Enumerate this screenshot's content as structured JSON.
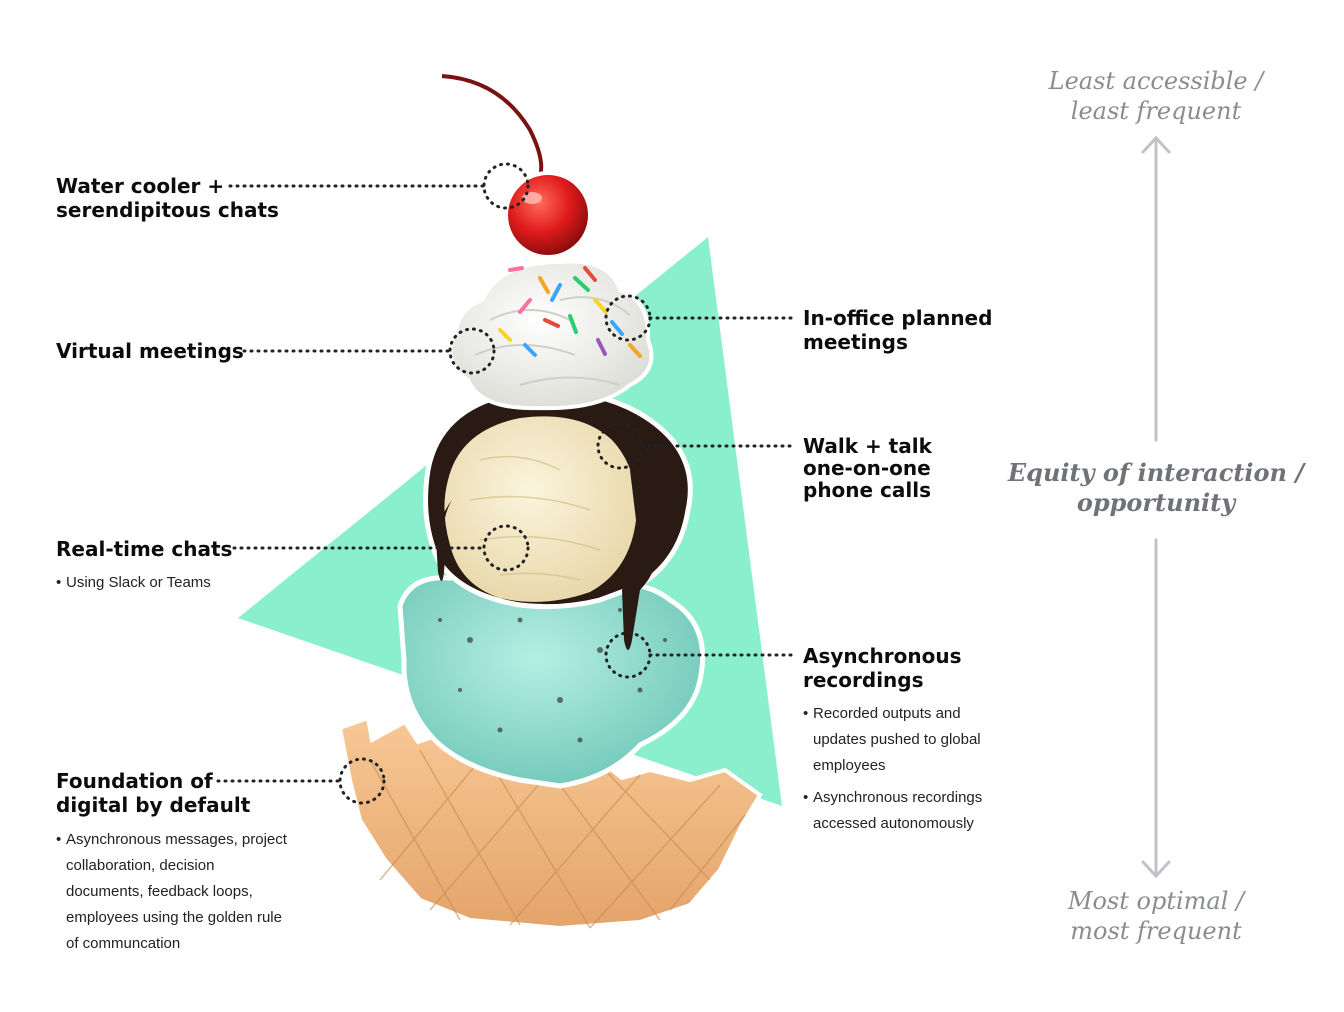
{
  "diagram": {
    "labels": [
      {
        "id": "water-cooler",
        "lines": [
          "Water cooler +",
          "serendipitous chats"
        ],
        "bullets": []
      },
      {
        "id": "virtual-meetings",
        "lines": [
          "Virtual meetings"
        ],
        "bullets": []
      },
      {
        "id": "in-office",
        "lines": [
          "In-office planned",
          "meetings"
        ],
        "bullets": []
      },
      {
        "id": "walk-talk",
        "lines": [
          "Walk + talk",
          "one-on-one",
          "phone calls"
        ],
        "bullets": []
      },
      {
        "id": "real-time",
        "lines": [
          "Real-time chats"
        ],
        "bullets": [
          [
            "Using Slack or Teams"
          ]
        ]
      },
      {
        "id": "async-recordings",
        "lines": [
          "Asynchronous",
          "recordings"
        ],
        "bullets": [
          [
            "Recorded outputs and",
            "updates pushed to global",
            "employees"
          ],
          [
            "Asynchronous recordings",
            "accessed autonomously"
          ]
        ]
      },
      {
        "id": "foundation",
        "lines": [
          "Foundation of",
          "digital by default"
        ],
        "bullets": [
          [
            "Asynchronous messages, project",
            "collaboration, decision",
            "documents, feedback loops,",
            "employees using the golden rule",
            "of communcation"
          ]
        ]
      }
    ],
    "axis": {
      "top": [
        "Least accessible /",
        "least frequent"
      ],
      "center": [
        "Equity of interaction /",
        "opportunity"
      ],
      "bottom": [
        "Most optimal /",
        "most frequent"
      ]
    },
    "colors": {
      "triangle": "#8aefcd",
      "cherry": "#e01b1b",
      "whipped_cream": "#f2f2ef",
      "fudge": "#2a1a14",
      "vanilla": "#f4eacb",
      "mint": "#9be3d6",
      "cone": "#f0b985",
      "axis": "#bfc3c7",
      "dotted_line": "#222222"
    }
  }
}
